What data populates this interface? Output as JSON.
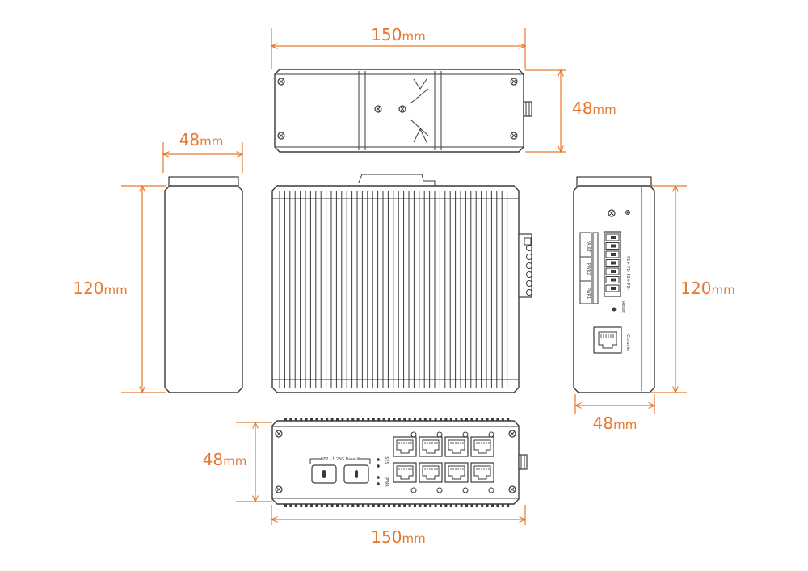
{
  "dimensions": {
    "top_width": {
      "value": "150",
      "unit": "mm"
    },
    "top_height": {
      "value": "48",
      "unit": "mm"
    },
    "left_width": {
      "value": "48",
      "unit": "mm"
    },
    "left_height": {
      "value": "120",
      "unit": "mm"
    },
    "right_height": {
      "value": "120",
      "unit": "mm"
    },
    "right_width": {
      "value": "48",
      "unit": "mm"
    },
    "bottom_height": {
      "value": "48",
      "unit": "mm"
    },
    "bottom_width": {
      "value": "150",
      "unit": "mm"
    }
  },
  "labels": {
    "sfp": "SFP - 1.25G Base-X",
    "sys": "SYS",
    "pwr": "PWR",
    "console": "Console",
    "reset": "Reset",
    "fault": "FAULT",
    "pwr2": "PWR2",
    "pwr1": "PWR1",
    "p1": "P1+",
    "p1m": "P1-",
    "p2": "P2+",
    "p2m": "P2-"
  },
  "colors": {
    "dimension": "#e8772e",
    "outline": "#3a3a3a"
  }
}
